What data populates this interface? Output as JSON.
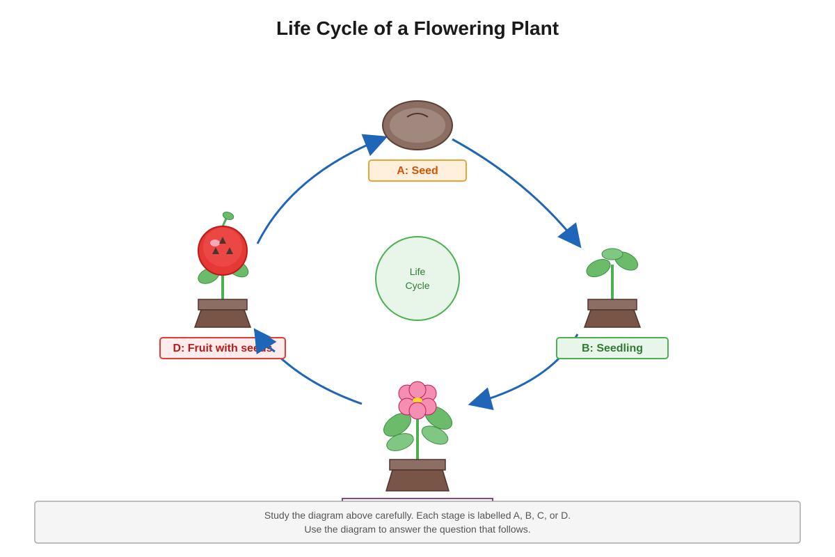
{
  "title": "Life Cycle of a Flowering Plant",
  "center": {
    "line1": "Life",
    "line2": "Cycle"
  },
  "stages": {
    "a": {
      "label": "A: Seed"
    },
    "b": {
      "label": "B: Seedling"
    },
    "d": {
      "label": "D: Fruit with seeds"
    }
  },
  "note": {
    "line1": "Study the diagram above carefully. Each stage is labelled A, B, C, or D.",
    "line2": "Use the diagram to answer the question that follows."
  },
  "colors": {
    "arrow": "#1f65b8",
    "soil": "#7a5446",
    "leaf": "#6bbb6b",
    "stem": "#4caf50",
    "petal": "#f48fb1",
    "fruit": "#e53935"
  }
}
